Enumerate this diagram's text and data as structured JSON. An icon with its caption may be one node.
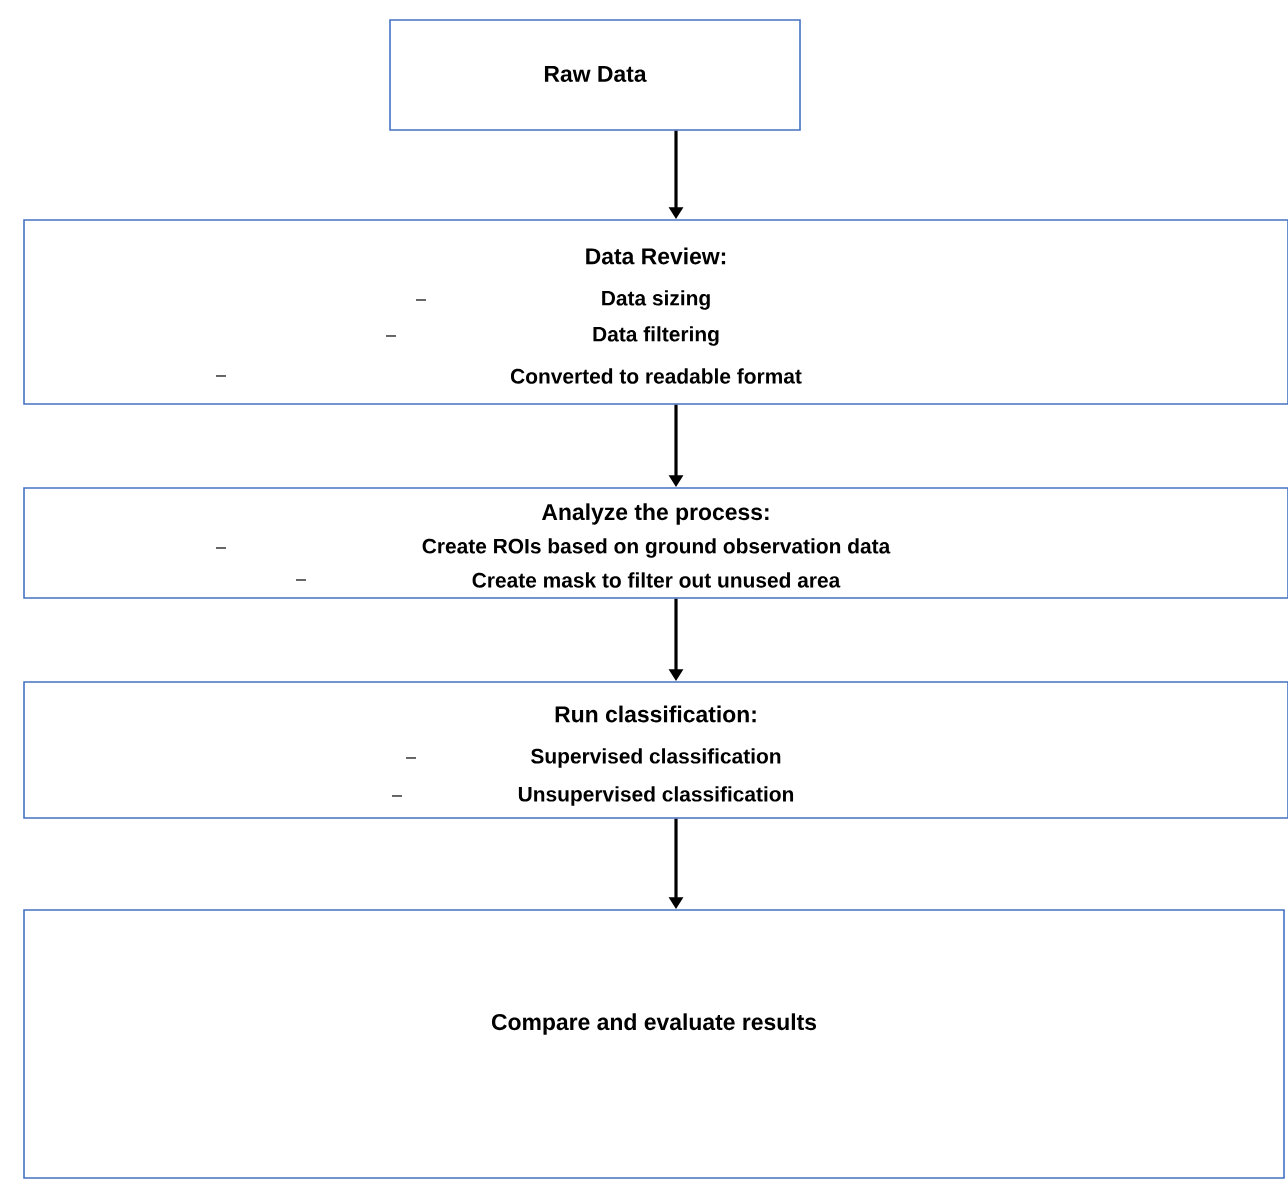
{
  "diagram": {
    "nodes": [
      {
        "text": [
          "Raw Data"
        ]
      },
      {
        "text": [
          "Data Review:",
          "Data sizing",
          "Data filtering",
          "Converted to readable format"
        ]
      },
      {
        "text": [
          "Analyze the process:",
          "Create ROIs based on ground observation data",
          "Create mask to filter out unused area"
        ]
      },
      {
        "text": [
          "Run classification:",
          "Supervised classification",
          "Unsupervised classification"
        ]
      },
      {
        "text": [
          "Compare and evaluate results"
        ]
      }
    ],
    "edges": [
      {
        "from": 0,
        "to": 1,
        "arrow": "to"
      },
      {
        "from": 1,
        "to": 2,
        "arrow": "to"
      },
      {
        "from": 2,
        "to": 3,
        "arrow": "to"
      },
      {
        "from": 3,
        "to": 4,
        "arrow": "to"
      }
    ]
  }
}
